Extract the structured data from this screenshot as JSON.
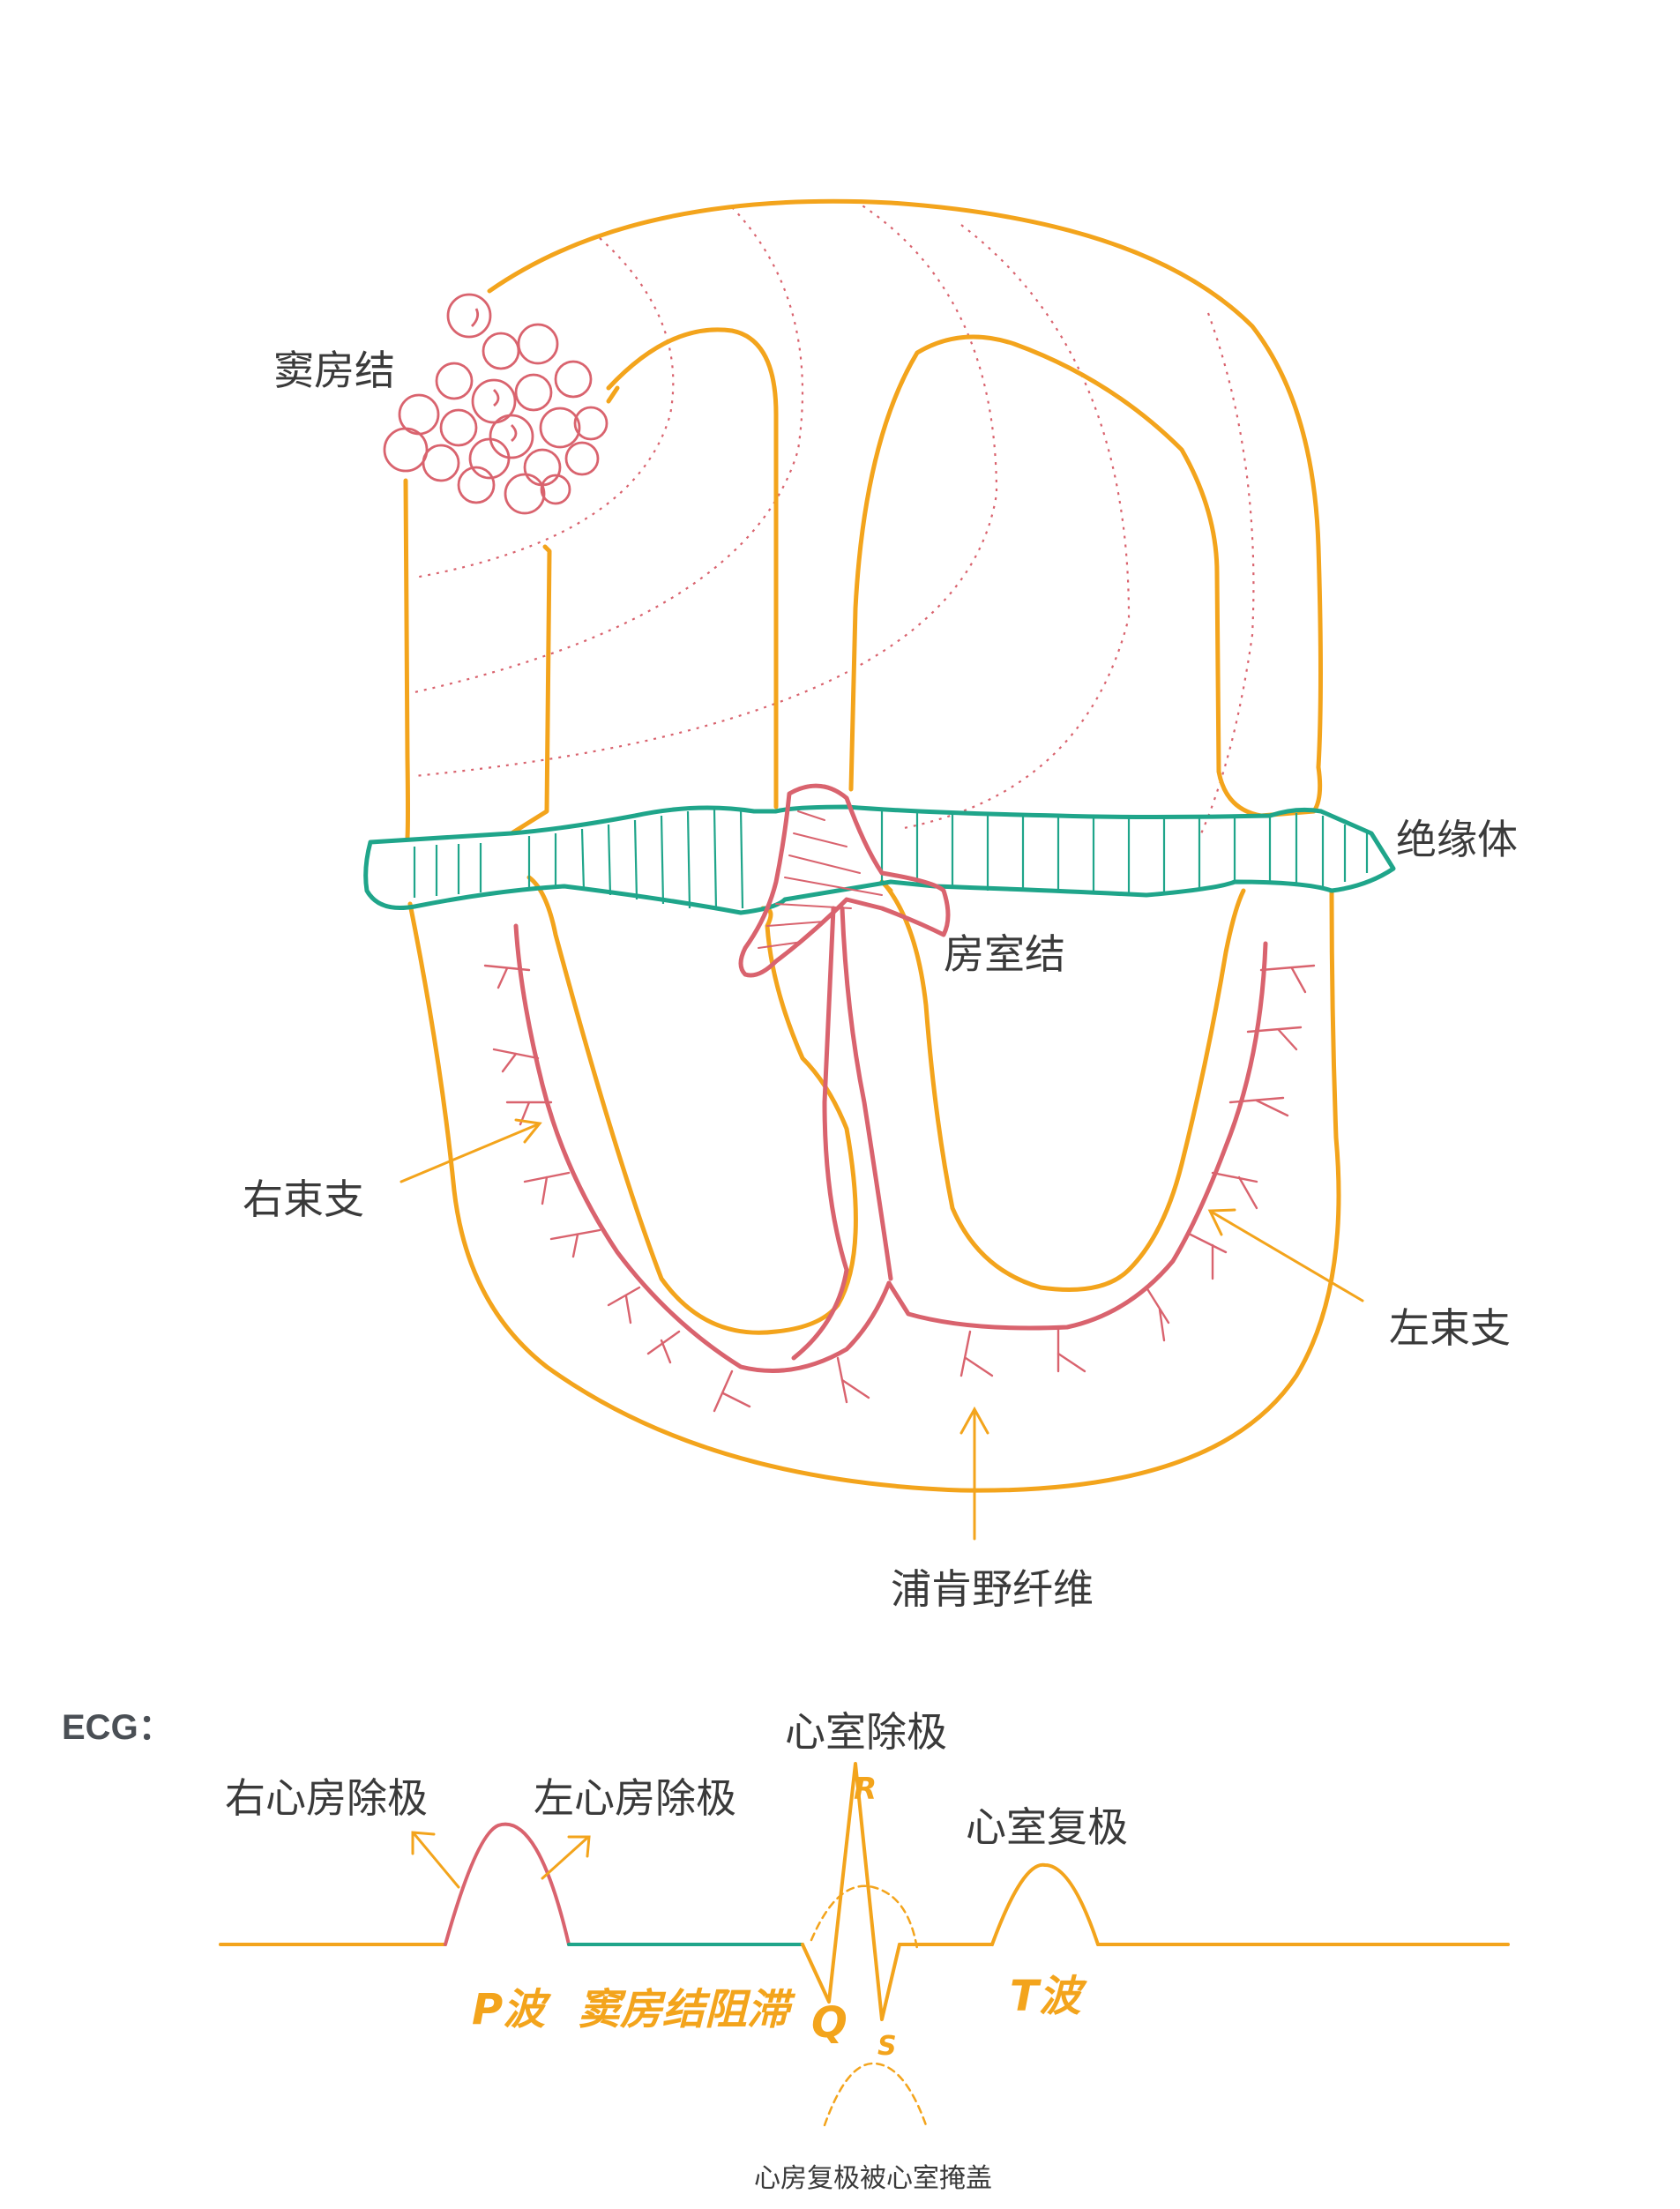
{
  "colors": {
    "muscle": "#f3a41c",
    "conduction": "#d9636e",
    "insulator": "#1fa58a",
    "text": "#3a3a3a",
    "ecg_title": "#4a4f55"
  },
  "labels": {
    "sa_node": "窦房结",
    "insulator": "绝缘体",
    "av_node": "房室结",
    "right_bundle": "右束支",
    "left_bundle": "左束支",
    "purkinje": "浦肯野纤维"
  },
  "ecg": {
    "title": "ECG：",
    "right_atrial_depol": "右心房除极",
    "left_atrial_depol": "左心房除极",
    "ventricular_depol": "心室除极",
    "ventricular_repol": "心室复极",
    "p_wave": "P波",
    "av_delay": "窦房结阻滞",
    "q": "Q",
    "r": "R",
    "s": "S",
    "t_wave": "T波",
    "atrial_repol_note": "心房复极被心室掩盖"
  },
  "icons": [
    "arrow-icon",
    "sa-node-cluster-icon",
    "av-node-icon"
  ]
}
